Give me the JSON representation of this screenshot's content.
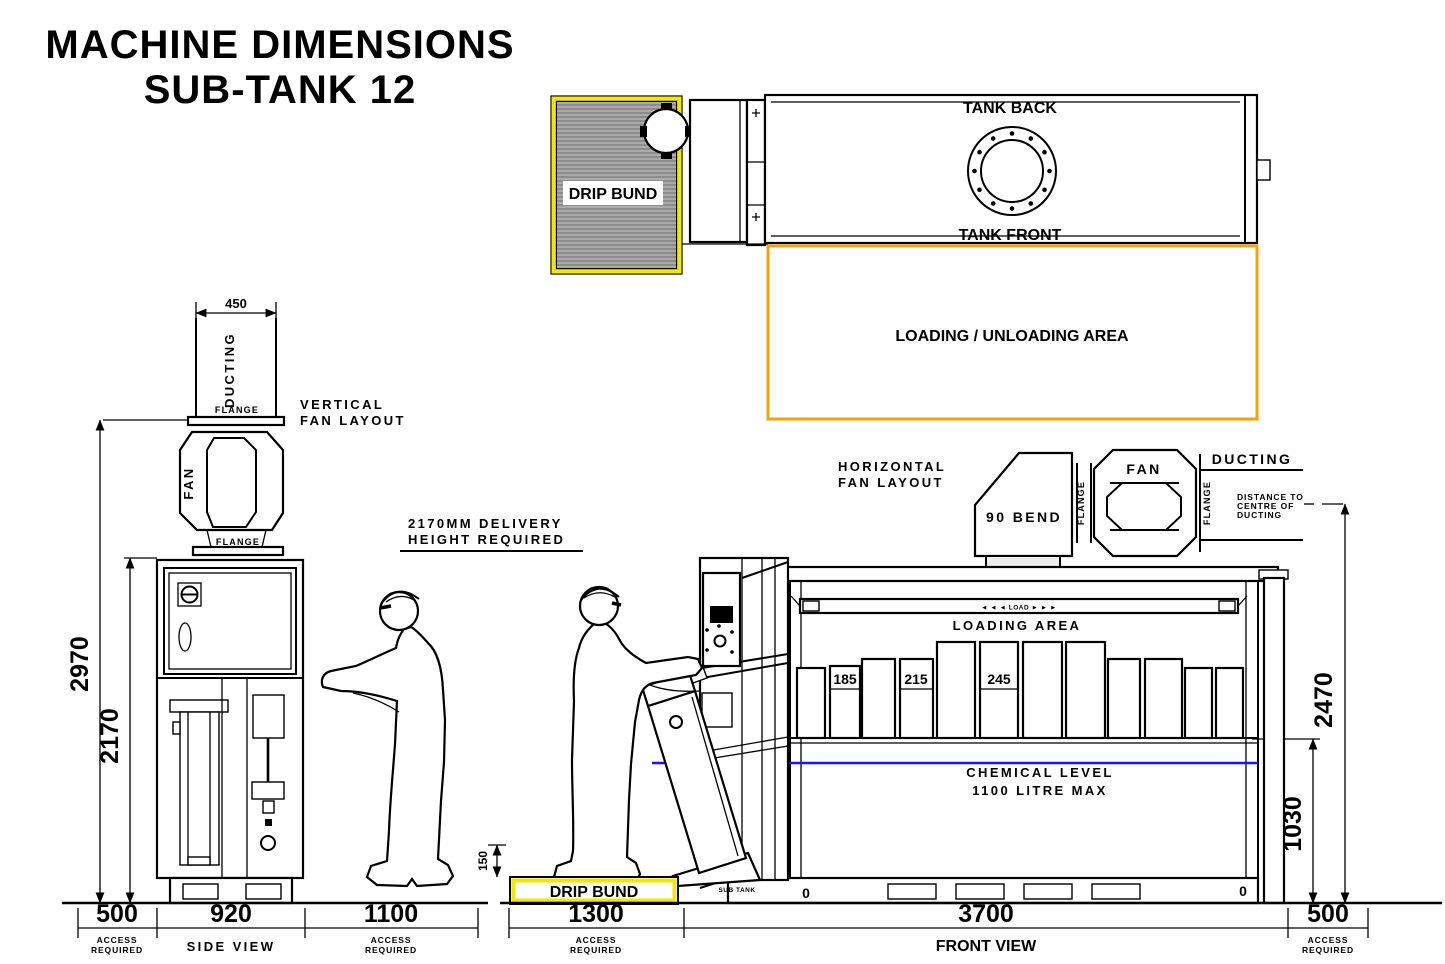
{
  "title": {
    "line1": "MACHINE DIMENSIONS",
    "line2": "SUB-TANK 12"
  },
  "colors": {
    "ink": "#000000",
    "drip_bund_yellow": "#f3e600",
    "loading_orange": "#f0a30a",
    "chemical_blue": "#1414ff",
    "hatch_gray": "#ababab"
  },
  "labels": {
    "flange": "FLANGE",
    "fan": "FAN",
    "ducting": "DUCTING",
    "drip_bund": "DRIP BUND",
    "access_line1": "ACCESS",
    "access_line2": "REQUIRED"
  },
  "plan_view": {
    "tank_back": "TANK BACK",
    "tank_front": "TANK FRONT",
    "loading_unloading": "LOADING / UNLOADING AREA"
  },
  "side_view": {
    "caption_line1": "VERTICAL",
    "caption_line2": "FAN LAYOUT",
    "duct_width": "450",
    "overall_height": "2970",
    "body_height": "2170",
    "bottom_dims": [
      "500",
      "920",
      "1100"
    ],
    "view_label": "SIDE VIEW"
  },
  "delivery_note": {
    "line1": "2170MM DELIVERY",
    "line2": "HEIGHT REQUIRED"
  },
  "front_view": {
    "caption_line1": "HORIZONTAL",
    "caption_line2": "FAN LAYOUT",
    "bend": "90 BEND",
    "distance_note_line1": "DISTANCE TO",
    "distance_note_line2": "CENTRE OF",
    "distance_note_line3": "DUCTING",
    "load_strip": "◄ ◄ ◄  LOAD  ► ► ►",
    "loading_area": "LOADING AREA",
    "slot_dims": [
      "185",
      "215",
      "245"
    ],
    "chemical_line1": "CHEMICAL LEVEL",
    "chemical_line2": "1100 LITRE MAX",
    "duct_centre_height": "2470",
    "liquid_height": "1030",
    "bund_height": "150",
    "sub_tank": "SUB TANK",
    "zero_left": "0",
    "zero_right": "0",
    "bottom_dims": [
      "1300",
      "3700",
      "500"
    ],
    "view_label": "FRONT VIEW"
  }
}
